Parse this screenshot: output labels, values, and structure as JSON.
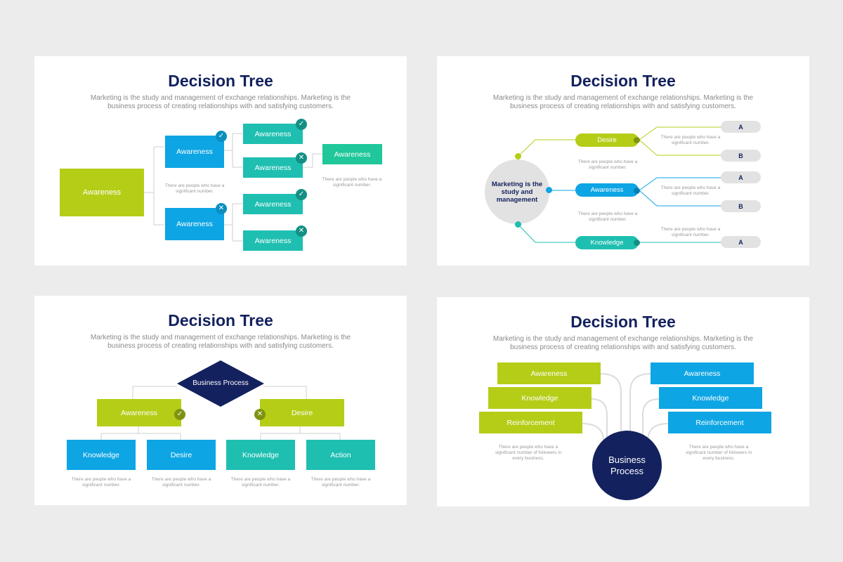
{
  "slides": {
    "title": "Decision Tree",
    "subtitle": "Marketing is the study and management of exchange relationships. Marketing is the business process of creating relationships with and satisfying customers."
  },
  "s1": {
    "root": "Awareness",
    "mid_top": "Awareness",
    "mid_bottom": "Awareness",
    "leaf1": "Awareness",
    "leaf2": "Awareness",
    "leaf3": "Awareness",
    "leaf4": "Awareness",
    "extra": "Awareness",
    "note1": "There are people who have a significant number.",
    "note2": "There are people who have a significant number."
  },
  "s2": {
    "center": "Marketing is the study and management",
    "desire": "Desire",
    "awareness": "Awareness",
    "knowledge": "Knowledge",
    "opt_a": "A",
    "opt_b": "B",
    "note": "There are people who have a significant number."
  },
  "s3": {
    "root": "Business Process",
    "left": "Awareness",
    "right": "Desire",
    "leaf1": "Knowledge",
    "leaf2": "Desire",
    "leaf3": "Knowledge",
    "leaf4": "Action",
    "note": "There are people who have a significant number."
  },
  "s4": {
    "center": "Business Process",
    "l1": "Awareness",
    "l2": "Knowledge",
    "l3": "Reinforcement",
    "r1": "Awareness",
    "r2": "Knowledge",
    "r3": "Reinforcement",
    "note": "There are people who have a significant number of followers in every business."
  },
  "icons": {
    "check": "check-icon",
    "cross": "close-icon"
  },
  "colors": {
    "navy": "#13215e",
    "lime": "#b5cd17",
    "blue": "#0ea5e4",
    "teal": "#1ebfb0",
    "green": "#1fc79a"
  }
}
